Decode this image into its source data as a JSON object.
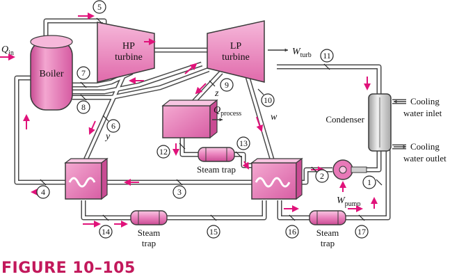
{
  "components": {
    "boiler": "Boiler",
    "hp_turbine": [
      "HP",
      "turbine"
    ],
    "lp_turbine": [
      "LP",
      "turbine"
    ],
    "condenser": "Condenser",
    "steam_trap_mid": "Steam trap",
    "steam_trap_bottom_left": [
      "Steam",
      "trap"
    ],
    "steam_trap_bottom_right": [
      "Steam",
      "trap"
    ]
  },
  "energy": {
    "q_in": {
      "sym": "Q",
      "sub": "in"
    },
    "w_turb": {
      "sym": "W",
      "sub": "turb"
    },
    "q_process": {
      "sym": "Q",
      "sub": "process"
    },
    "w_pump": {
      "sym": "W",
      "sub": "pump"
    }
  },
  "cooling": {
    "inlet": [
      "Cooling",
      "water inlet"
    ],
    "outlet": [
      "Cooling",
      "water outlet"
    ]
  },
  "fractions": {
    "y": "y",
    "z": "z",
    "w": "w"
  },
  "states": [
    "1",
    "2",
    "3",
    "4",
    "5",
    "6",
    "7",
    "8",
    "9",
    "10",
    "11",
    "12",
    "13",
    "14",
    "15",
    "16",
    "17"
  ],
  "figure_caption": "FIGURE 10–105",
  "colors": {
    "pink": "#e879b8",
    "arrow": "#e0127a",
    "caption": "#c2185b"
  }
}
